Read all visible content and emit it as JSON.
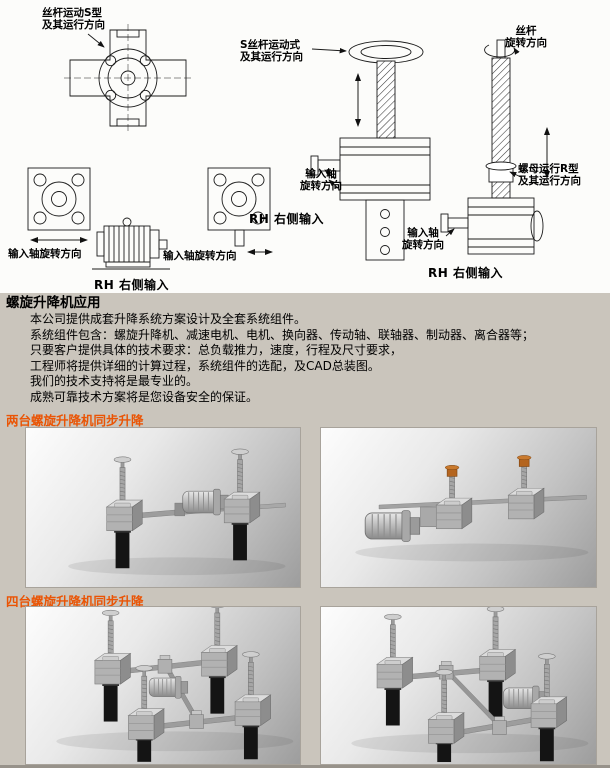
{
  "page": {
    "background": "#cac5bc",
    "panel_background": "#fcfcfa",
    "accent_color": "#ea5404"
  },
  "diagram": {
    "labels": {
      "s_motion": "丝杆运动S型\n及其运行方向",
      "s_screw": "S丝杆运动式\n及其运行方向",
      "screw_rotation": "丝杆\n旋转方向",
      "nut_r": "螺母运行R型\n及其运行方向",
      "input_shaft_two_line": "输入轴\n旋转方向",
      "input_shaft_rotation": "输入轴旋转方向",
      "rh_right_input": "RH 右侧输入"
    }
  },
  "content": {
    "heading": "螺旋升降机应用",
    "paragraphs": [
      "本公司提供成套升降系统方案设计及全套系统组件。",
      "系统组件包含：螺旋升降机、减速电机、电机、换向器、传动轴、联轴器、制动器、离合器等；",
      "只要客户提供具体的技术要求：总负载推力，速度，行程及尺寸要求，",
      "工程师将提供详细的计算过程，系统组件的选配，及CAD总装图。",
      "我们的技术支持将是最专业的。",
      "成熟可靠技术方案将是您设备安全的保证。"
    ]
  },
  "galleries": [
    {
      "title": "两台螺旋升降机同步升降"
    },
    {
      "title": "四台螺旋升降机同步升降"
    }
  ]
}
